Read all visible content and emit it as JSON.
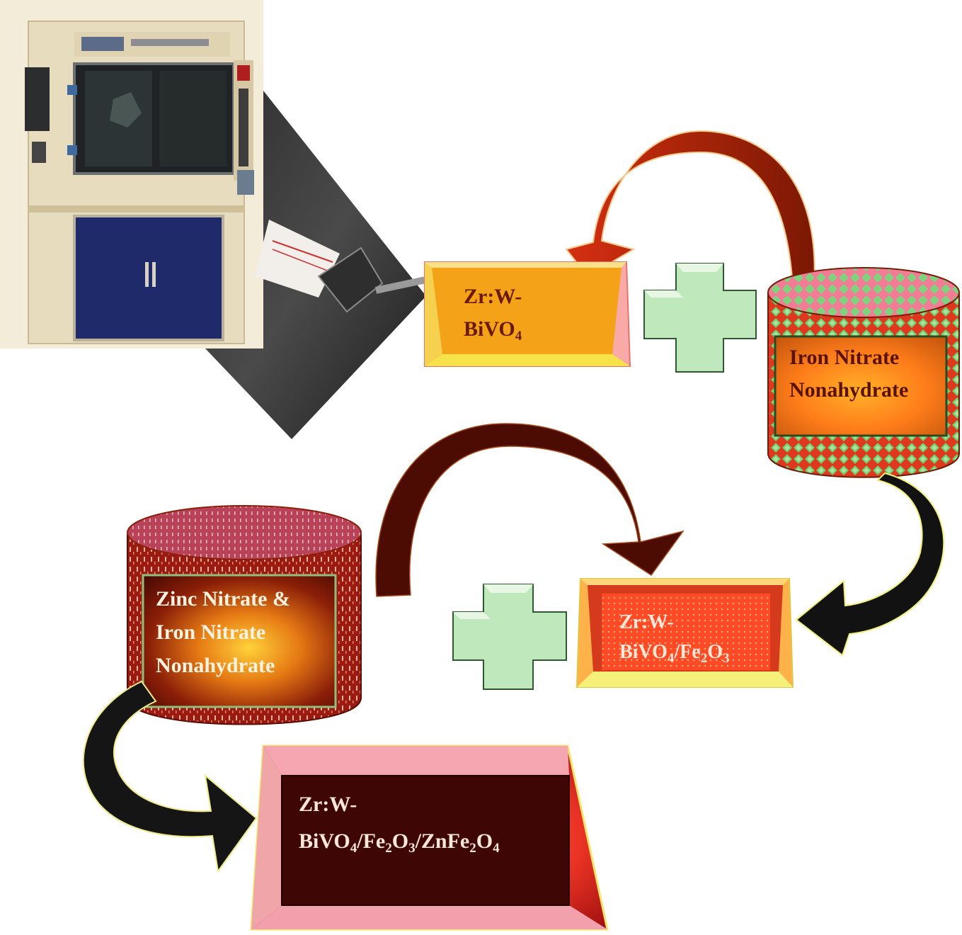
{
  "diagram": {
    "box_zrw": {
      "line1": "Zr:W-",
      "line2_main": "BiVO",
      "line2_sub": "4"
    },
    "cylinder_iron": {
      "line1": "Iron Nitrate",
      "line2": "Nonahydrate"
    },
    "box_zrw_fe": {
      "line1": "Zr:W-",
      "line2_a": "BiVO",
      "line2_a_sub": "4",
      "line2_b": "/Fe",
      "line2_b_sub": "2",
      "line2_c": "O",
      "line2_c_sub": "3"
    },
    "cylinder_zinc": {
      "line1": "Zinc Nitrate &",
      "line2": "Iron Nitrate",
      "line3": "Nonahydrate"
    },
    "box_final": {
      "line1": "Zr:W-",
      "line2_a": "BiVO",
      "line2_a_sub": "4",
      "line2_b": "/Fe",
      "line2_b_sub": "2",
      "line2_c": "O",
      "line2_c_sub": "3",
      "line2_d": "/ZnFe",
      "line2_d_sub": "2",
      "line2_e": "O",
      "line2_e_sub": "4"
    },
    "icons": [
      "chemical-vapor-apparatus-icon",
      "syringe-icon",
      "plus-icon",
      "curved-arrow-icon",
      "cylinder-icon"
    ]
  },
  "colors": {
    "orange_box": "#f7a21a",
    "red_pattern": "#e3321e",
    "dark_red": "#7a1c0a",
    "brown_arrow": "#5a0f05",
    "plus_green": "#b9e8b9",
    "final_box": "#3e0505",
    "pink_frame": "#f6a0a8"
  }
}
